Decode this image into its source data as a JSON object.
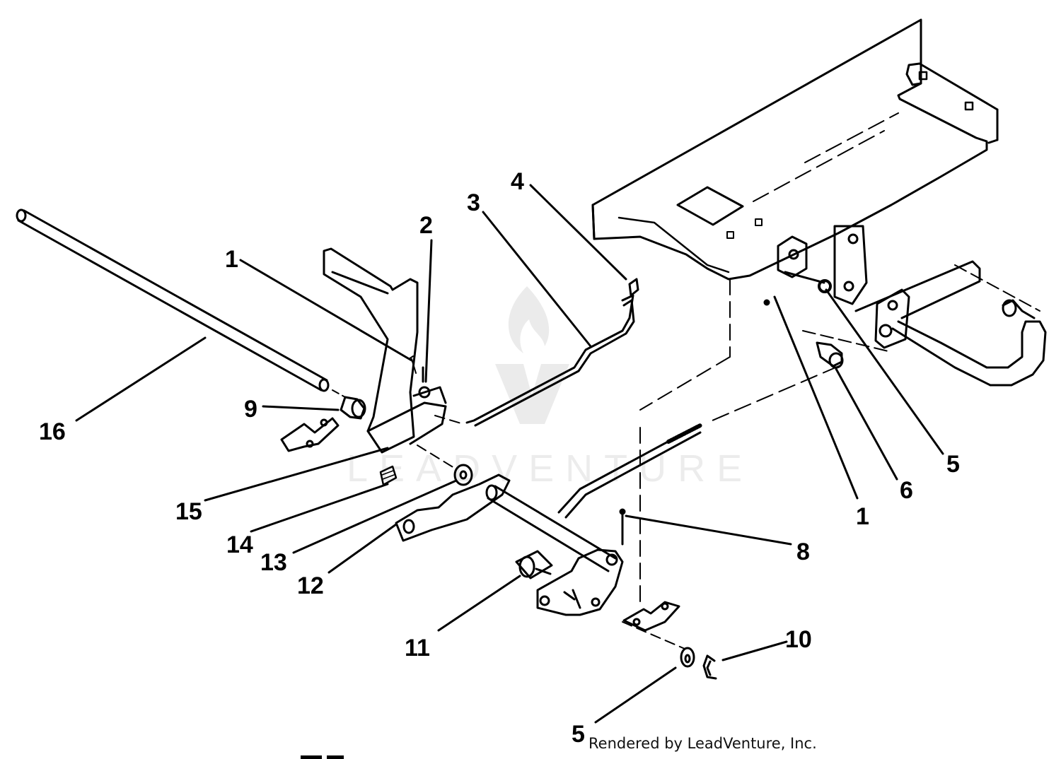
{
  "diagram": {
    "callouts": [
      {
        "id": "c1a",
        "label": "1"
      },
      {
        "id": "c2",
        "label": "2"
      },
      {
        "id": "c3",
        "label": "3"
      },
      {
        "id": "c4",
        "label": "4"
      },
      {
        "id": "c16",
        "label": "16"
      },
      {
        "id": "c9",
        "label": "9"
      },
      {
        "id": "c15",
        "label": "15"
      },
      {
        "id": "c14",
        "label": "14"
      },
      {
        "id": "c13",
        "label": "13"
      },
      {
        "id": "c12",
        "label": "12"
      },
      {
        "id": "c11",
        "label": "11"
      },
      {
        "id": "c8",
        "label": "8"
      },
      {
        "id": "c1b",
        "label": "1"
      },
      {
        "id": "c6",
        "label": "6"
      },
      {
        "id": "c5a",
        "label": "5"
      },
      {
        "id": "c10",
        "label": "10"
      },
      {
        "id": "c5b",
        "label": "5"
      }
    ],
    "credit": "Rendered by LeadVenture, Inc.",
    "watermark": "LEADVENTURE"
  }
}
